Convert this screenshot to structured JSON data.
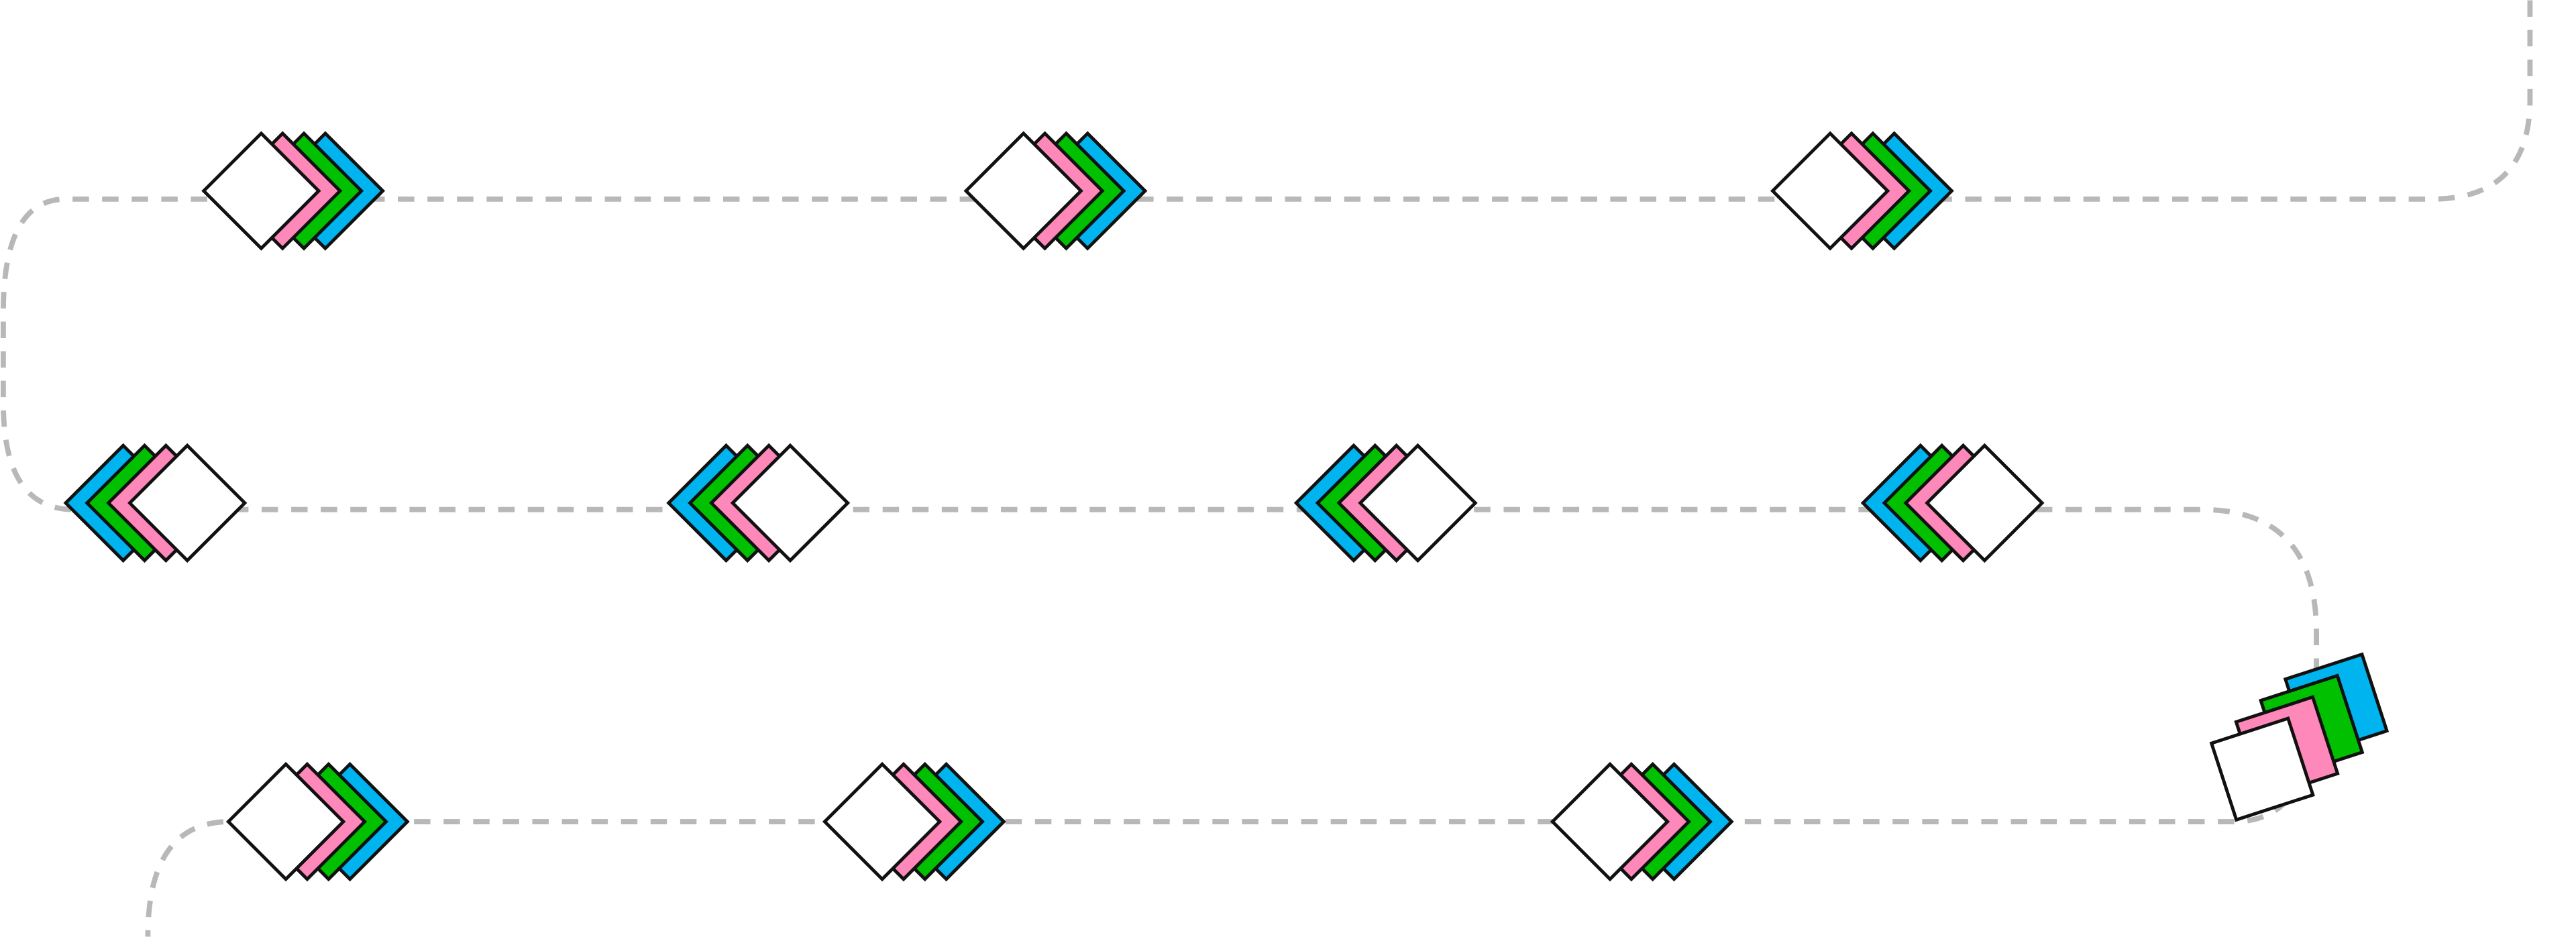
{
  "diagram": {
    "colors": {
      "path": "#b8b8b8",
      "outline": "#111111",
      "layers": [
        "#00b4f0",
        "#00c000",
        "#ff88bb",
        "#ffffff"
      ]
    },
    "layer_names": [
      "blue",
      "green",
      "pink",
      "white"
    ],
    "rows": [
      {
        "direction": "right",
        "stack_count": 3
      },
      {
        "direction": "left",
        "stack_count": 4
      },
      {
        "direction": "right",
        "stack_count": 3
      }
    ],
    "corner_stack": {
      "layers": 4
    }
  }
}
